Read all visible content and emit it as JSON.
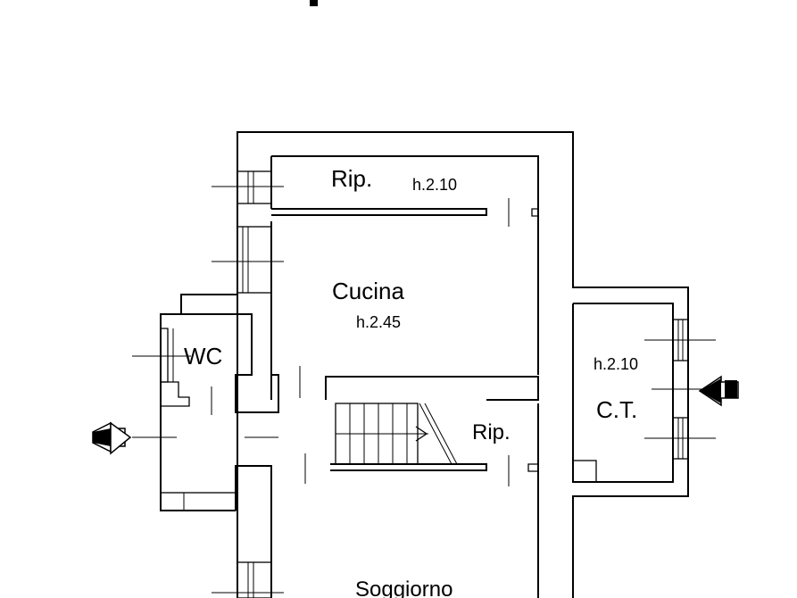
{
  "rooms": {
    "rip_top": {
      "name": "Rip.",
      "height": "h.2.10"
    },
    "cucina": {
      "name": "Cucina",
      "height": "h.2.45"
    },
    "wc": {
      "name": "WC"
    },
    "ct": {
      "name": "C.T.",
      "height": "h.2.10"
    },
    "rip_mid": {
      "name": "Rip."
    },
    "soggiorno": {
      "name": "Soggiorno"
    }
  },
  "colors": {
    "ink": "#000000",
    "paper": "#ffffff"
  }
}
